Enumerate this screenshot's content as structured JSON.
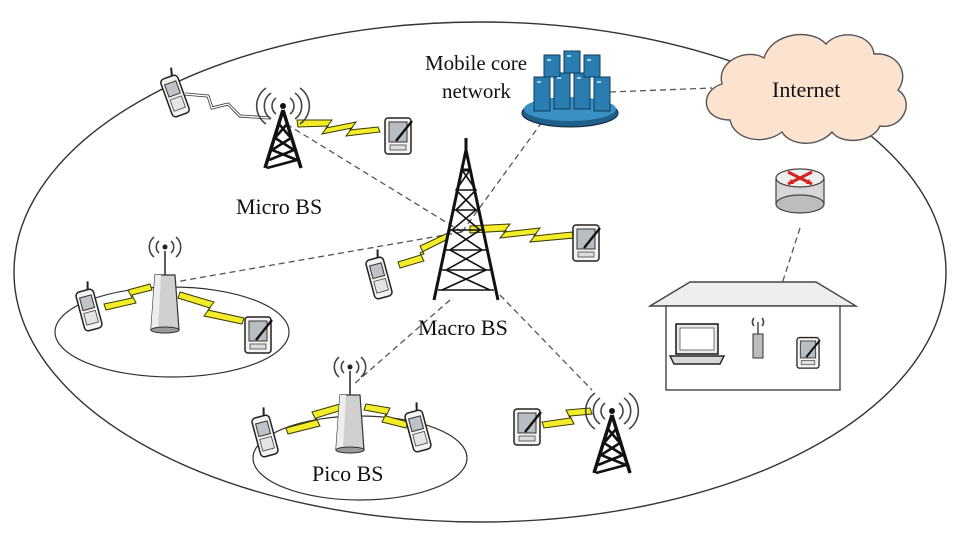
{
  "labels": {
    "mobile_core": "Mobile core",
    "network": "network",
    "internet": "Internet",
    "micro_bs": "Micro BS",
    "macro_bs": "Macro BS",
    "pico_bs": "Pico BS"
  },
  "icons": {
    "macro": "lattice-tower-icon",
    "micro": "small-tower-icon",
    "pico": "pico-antenna-icon",
    "core": "server-rack-icon",
    "cloud": "cloud-icon",
    "router": "router-icon",
    "home": "house-icon",
    "phone": "mobile-phone-icon",
    "pda": "pda-icon",
    "laptop": "laptop-icon"
  },
  "colors": {
    "bolt": "#f2ec2a",
    "cloud": "#fbe3cf",
    "server": "#2a7db0",
    "router_arrow": "#d62020"
  }
}
